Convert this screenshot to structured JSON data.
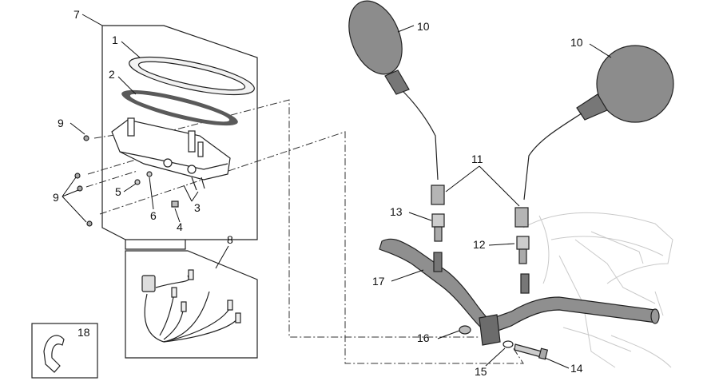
{
  "callouts": {
    "n1": "1",
    "n2": "2",
    "n3": "3",
    "n4": "4",
    "n5": "5",
    "n6": "6",
    "n7": "7",
    "n8": "8",
    "n9a": "9",
    "n9b": "9",
    "n10a": "10",
    "n10b": "10",
    "n11": "11",
    "n12": "12",
    "n13": "13",
    "n14": "14",
    "n15": "15",
    "n16": "16",
    "n17": "17",
    "n18": "18"
  },
  "colors": {
    "mirror": "#8c8c8c",
    "handlebar": "#8f8f8f",
    "outline": "#222222",
    "ghost": "#c9c9c9"
  }
}
